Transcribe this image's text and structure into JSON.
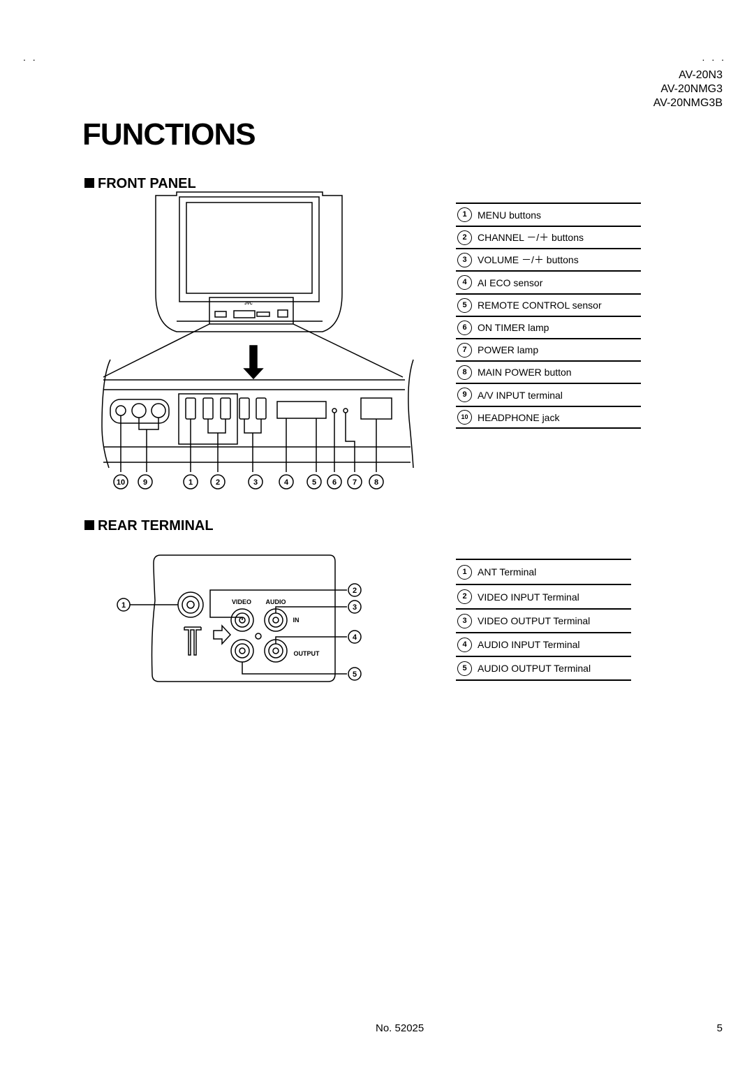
{
  "header": {
    "dots_left": ". .",
    "dots_right": ". . .",
    "models": [
      "AV-20N3",
      "AV-20NMG3",
      "AV-20NMG3B"
    ]
  },
  "title": "FUNCTIONS",
  "front_panel": {
    "heading": "FRONT PANEL",
    "brand": "JVC",
    "callout_numbers": [
      "10",
      "9",
      "1",
      "2",
      "3",
      "4",
      "5",
      "6",
      "7",
      "8"
    ],
    "items": [
      {
        "num": "1",
        "label": "MENU buttons"
      },
      {
        "num": "2",
        "label": "CHANNEL －/＋ buttons"
      },
      {
        "num": "3",
        "label": "VOLUME －/＋ buttons"
      },
      {
        "num": "4",
        "label": "AI ECO sensor"
      },
      {
        "num": "5",
        "label": "REMOTE CONTROL sensor"
      },
      {
        "num": "6",
        "label": "ON TIMER lamp"
      },
      {
        "num": "7",
        "label": "POWER lamp"
      },
      {
        "num": "8",
        "label": "MAIN POWER button"
      },
      {
        "num": "9",
        "label": "A/V INPUT terminal"
      },
      {
        "num": "10",
        "label": "HEADPHONE jack"
      }
    ]
  },
  "rear_terminal": {
    "heading": "REAR TERMINAL",
    "panel_labels": {
      "video": "VIDEO",
      "audio": "AUDIO",
      "in": "IN",
      "output": "OUTPUT"
    },
    "callout_numbers": [
      "1",
      "2",
      "3",
      "4",
      "5"
    ],
    "items": [
      {
        "num": "1",
        "label": "ANT Terminal"
      },
      {
        "num": "2",
        "label": "VIDEO INPUT Terminal"
      },
      {
        "num": "3",
        "label": "VIDEO OUTPUT Terminal"
      },
      {
        "num": "4",
        "label": "AUDIO INPUT Terminal"
      },
      {
        "num": "5",
        "label": "AUDIO OUTPUT Terminal"
      }
    ]
  },
  "footer": {
    "doc_number": "No. 52025",
    "page": "5"
  }
}
